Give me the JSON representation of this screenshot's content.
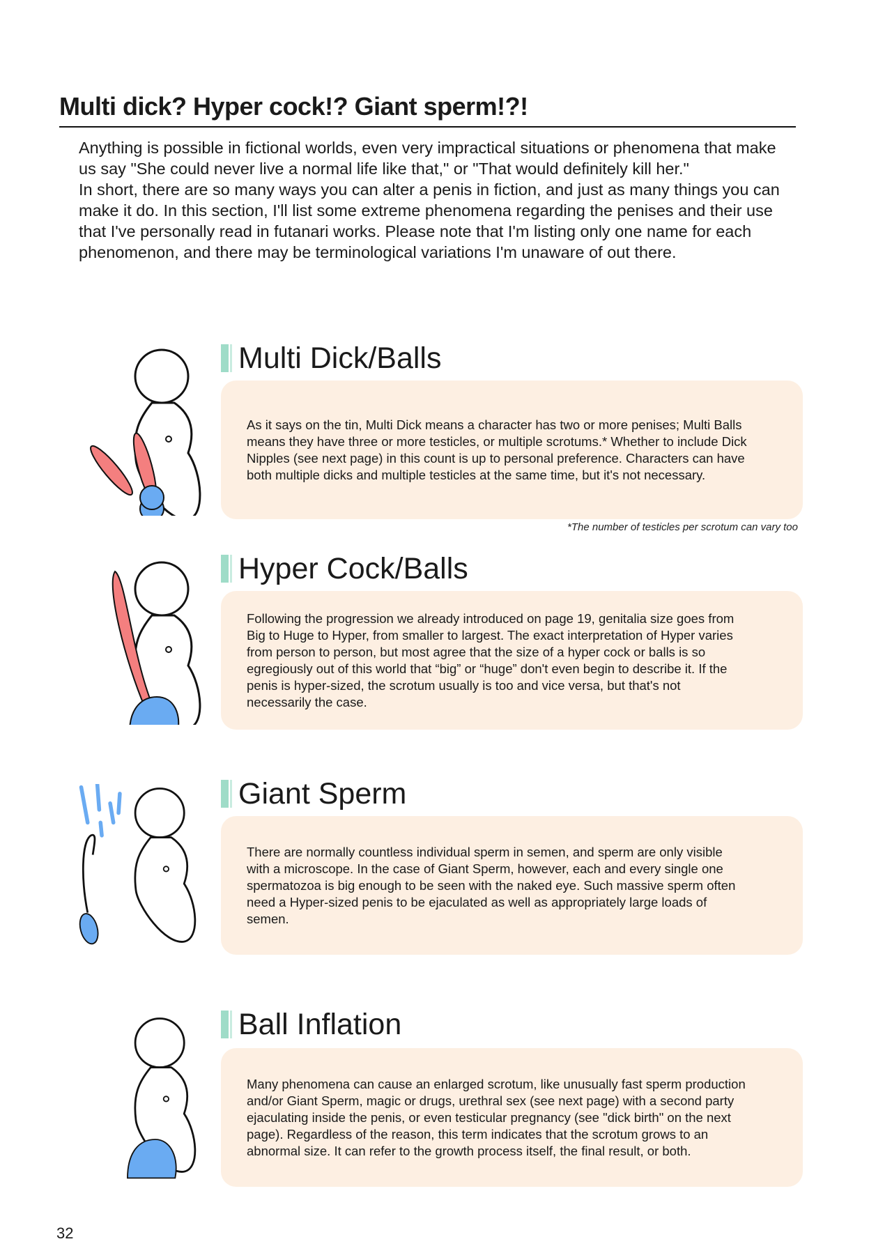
{
  "title": "Multi dick? Hyper cock!? Giant sperm!?!",
  "intro": [
    "Anything is possible in fictional worlds, even very impractical situations or phenomena that make us say \"She could never live a normal life like that,\" or \"That would definitely kill her.\"",
    "In short, there are so many ways you can alter a penis in fiction, and just as many things you can make it do. In this section, I'll list some extreme phenomena regarding the penises and their use that I've personally read in futanari works. Please note that I'm listing only one name for each phenomenon, and there may be terminological variations I'm unaware of out there."
  ],
  "sections": [
    {
      "title": "Multi Dick/Balls",
      "text": "As it says on the tin, Multi Dick means a character has two or more penises; Multi Balls means they have three or more testicles, or multiple scrotums.* Whether to include Dick Nipples (see next page) in this count is up to personal preference. Characters can have both multiple dicks and multiple testicles at the same time, but it's not necessary.",
      "footnote": "*The number of testicles per scrotum can vary too"
    },
    {
      "title": "Hyper Cock/Balls",
      "text": "Following the progression we already introduced on page 19, genitalia size goes from Big to Huge to Hyper, from smaller to largest. The exact interpretation of Hyper varies from person to person, but most agree that the size of a hyper cock or balls is so egregiously out of this world that “big” or “huge” don't even begin to describe it. If the penis is hyper-sized, the scrotum usually is too and vice versa, but that's not necessarily the case."
    },
    {
      "title": "Giant Sperm",
      "text": "There are normally countless individual sperm in semen, and sperm are only visible with a microscope. In the case of Giant Sperm, however, each and every single one spermatozoa is big enough to be seen with the naked eye. Such massive sperm often need a Hyper-sized penis to be ejaculated as well as appropriately large loads of semen."
    },
    {
      "title": "Ball Inflation",
      "text": "Many phenomena can cause an enlarged scrotum, like unusually fast sperm production and/or Giant Sperm, magic or drugs, urethral sex (see next page) with a second party ejaculating inside the penis, or even testicular pregnancy (see \"dick birth\" on the next page). Regardless of the reason, this term indicates that the scrotum grows to an abnormal size. It can refer to the growth process itself, the final result, or both."
    }
  ],
  "page_number": "32",
  "colors": {
    "box": "#fdefe2",
    "accent_bar": "#9fdcc8",
    "blue": "#6aabf2",
    "pink": "#f47f7f"
  }
}
